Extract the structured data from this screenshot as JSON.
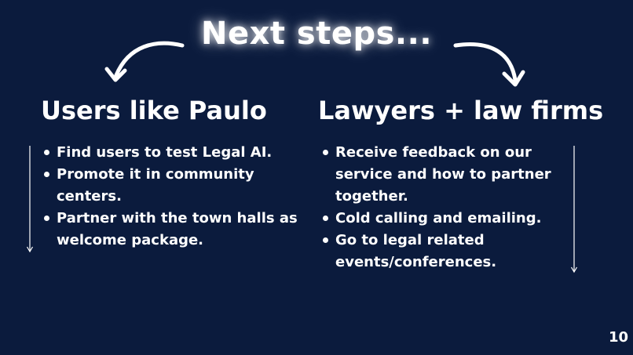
{
  "slide": {
    "title": "Next steps...",
    "page_number": "10",
    "left_column": {
      "heading": "Users like Paulo",
      "items": [
        "Find users to test Legal AI.",
        "Promote it in community centers.",
        "Partner with the town halls as welcome package."
      ]
    },
    "right_column": {
      "heading": "Lawyers + law firms",
      "items": [
        "Receive feedback on our service and how to partner together.",
        "Cold calling and emailing.",
        "Go to legal related events/conferences."
      ]
    }
  },
  "colors": {
    "background": "#0b1b3d",
    "text": "#ffffff"
  },
  "icons": [
    "curved-arrow-left-icon",
    "curved-arrow-right-icon",
    "down-arrow-icon"
  ]
}
